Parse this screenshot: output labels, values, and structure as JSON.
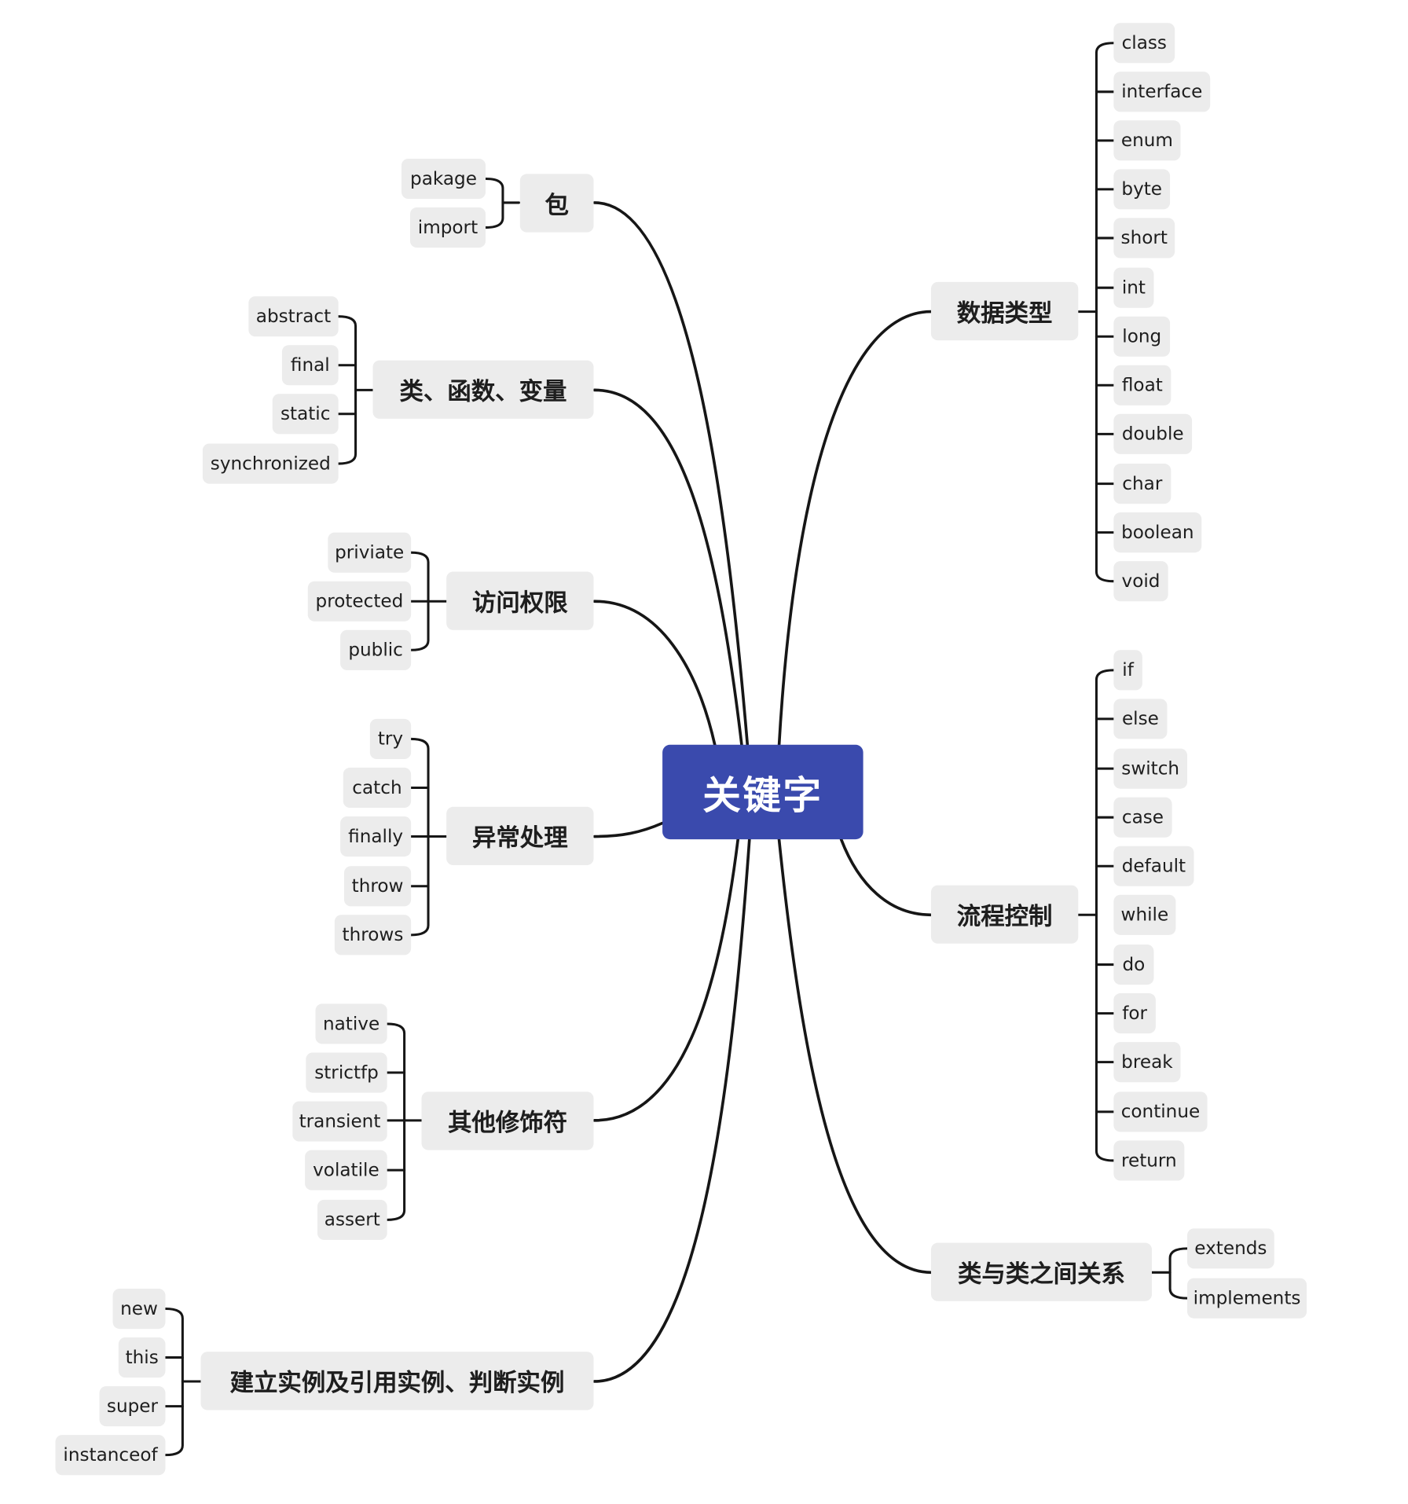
{
  "root": {
    "label": "关键字"
  },
  "branches": {
    "package": {
      "label": "包",
      "items": [
        "pakage",
        "import"
      ]
    },
    "class_func_var": {
      "label": "类、函数、变量",
      "items": [
        "abstract",
        "final",
        "static",
        "synchronized"
      ]
    },
    "access": {
      "label": "访问权限",
      "items": [
        "priviate",
        "protected",
        "public"
      ]
    },
    "exception": {
      "label": "异常处理",
      "items": [
        "try",
        "catch",
        "finally",
        "throw",
        "throws"
      ]
    },
    "other_modifiers": {
      "label": "其他修饰符",
      "items": [
        "native",
        "strictfp",
        "transient",
        "volatile",
        "assert"
      ]
    },
    "instance": {
      "label": "建立实例及引用实例、判断实例",
      "items": [
        "new",
        "this",
        "super",
        "instanceof"
      ]
    },
    "data_types": {
      "label": "数据类型",
      "items": [
        "class",
        "interface",
        "enum",
        "byte",
        "short",
        "int",
        "long",
        "float",
        "double",
        "char",
        "boolean",
        "void"
      ]
    },
    "flow_control": {
      "label": "流程控制",
      "items": [
        "if",
        "else",
        "switch",
        "case",
        "default",
        "while",
        "do",
        "for",
        "break",
        "continue",
        "return"
      ]
    },
    "class_relations": {
      "label": "类与类之间关系",
      "items": [
        "extends",
        "implements"
      ]
    }
  }
}
